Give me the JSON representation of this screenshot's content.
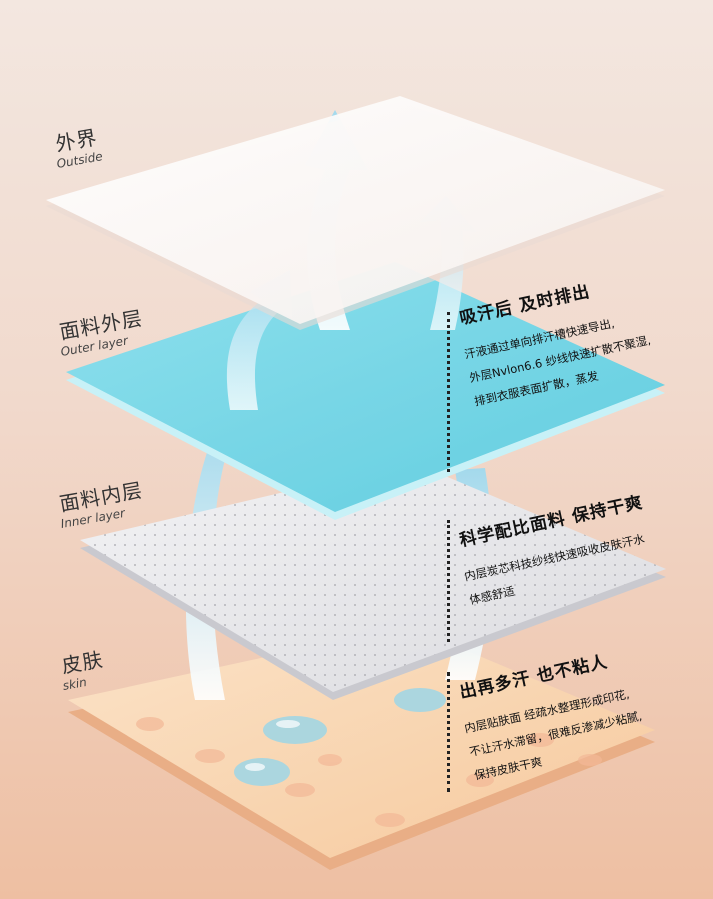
{
  "layers": [
    {
      "zh": "外界",
      "en": "Outside"
    },
    {
      "zh": "面料外层",
      "en": "Outer layer"
    },
    {
      "zh": "面料内层",
      "en": "Inner layer"
    },
    {
      "zh": "皮肤",
      "en": "skin"
    }
  ],
  "features": [
    {
      "title": "吸汗后 及时排出",
      "lines": [
        "汗液通过单向排汗槽快速导出,",
        "外层Nvlon6.6 纱线快速扩散不聚湿,",
        "排到衣服表面扩散，蒸发"
      ]
    },
    {
      "title": "科学配比面料 保持干爽",
      "lines": [
        "内层炭芯科技纱线快速吸收皮肤汗水",
        "体感舒适"
      ]
    },
    {
      "title": "出再多汗 也不粘人",
      "lines": [
        "内层贴肤面 经疏水整理形成印花,",
        "不让汗水滞留，很难反渗减少粘腻,",
        "保持皮肤干爽"
      ]
    }
  ],
  "colors": {
    "outer": "#5fd0e3",
    "outside": "#ffffff",
    "inner": "#e6e6e8",
    "skin": "#f8d4b0",
    "accent": "#a9ddf0"
  }
}
